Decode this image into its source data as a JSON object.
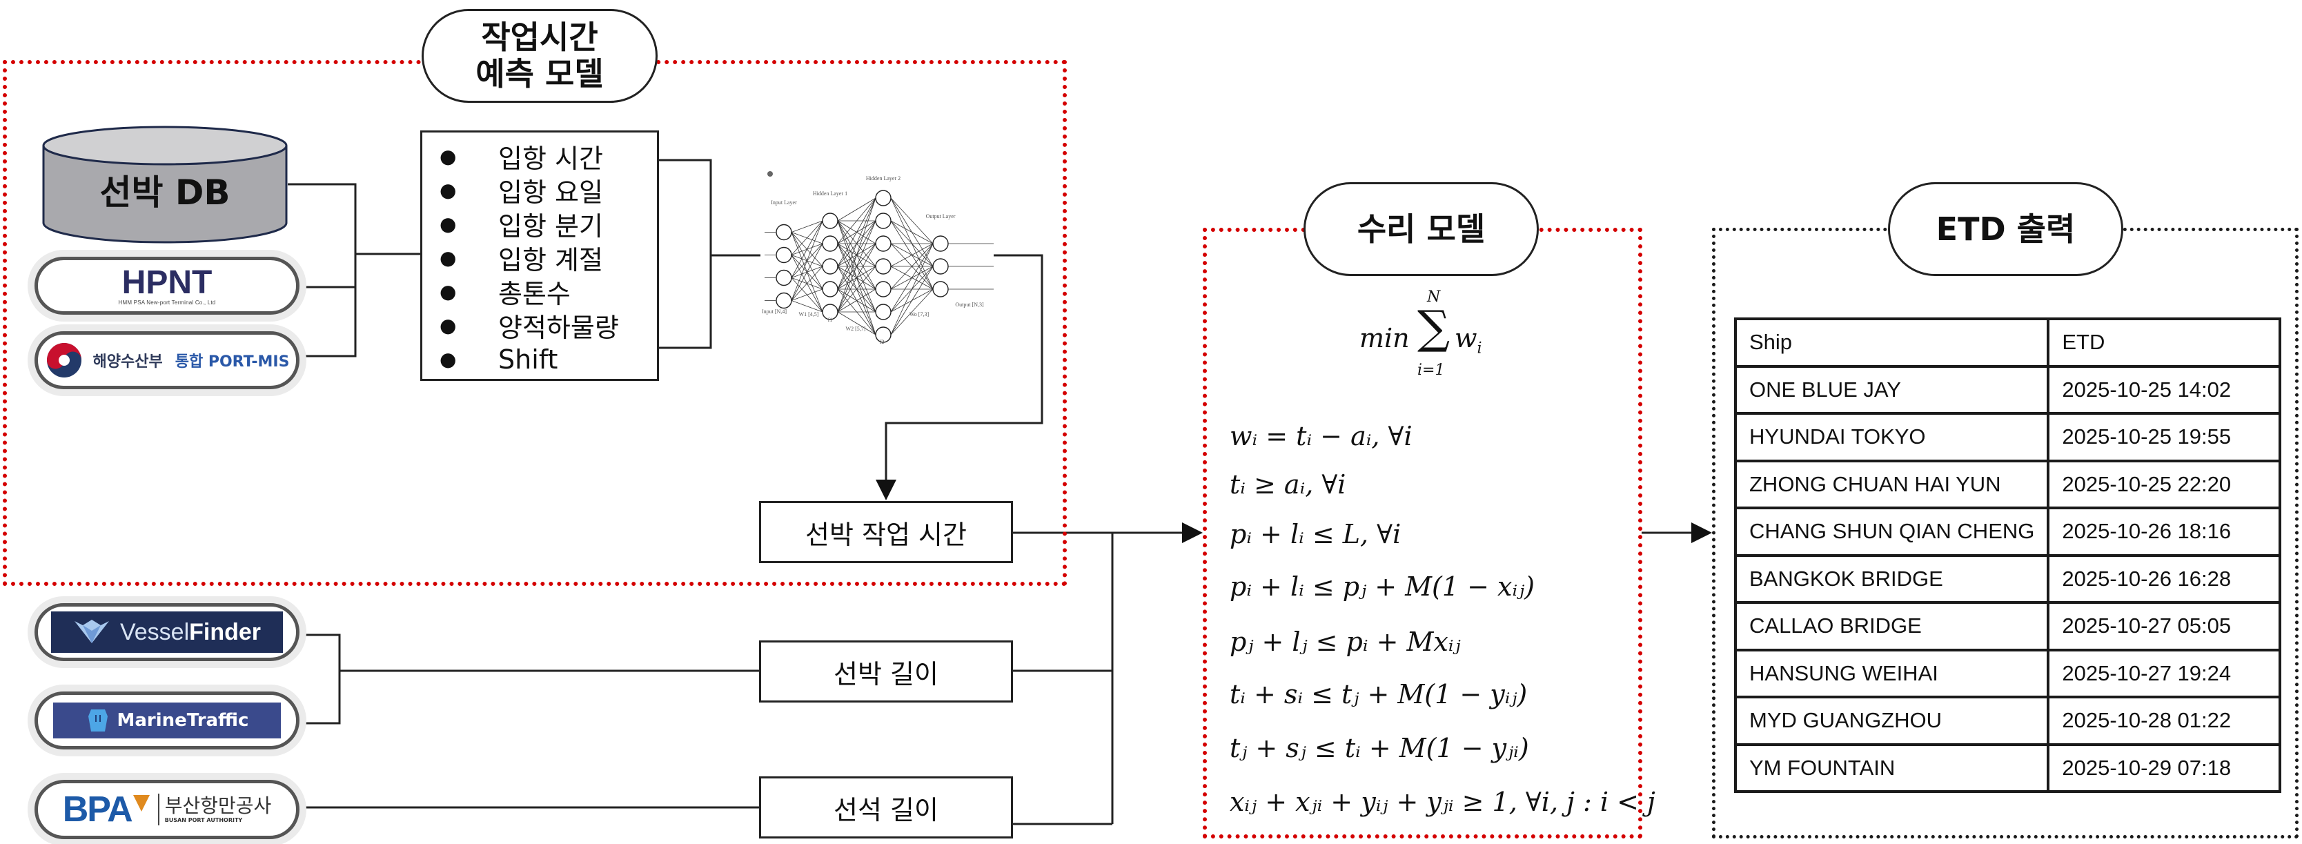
{
  "prediction_model": {
    "title_line1": "작업시간",
    "title_line2": "예측 모델",
    "db_label": "선박 DB",
    "sources": [
      {
        "name": "HPNT",
        "subtitle": "HMM PSA New-port Terminal Co., Ltd"
      },
      {
        "name": "해양수산부",
        "name2": "통합 PORT-MIS"
      }
    ],
    "features": [
      "입항 시간",
      "입항 요일",
      "입항 분기",
      "입항 계절",
      "총톤수",
      "양적하물량",
      "Shift"
    ],
    "neural_net": {
      "layers": [
        {
          "name": "Input Layer",
          "nodes": 4,
          "shape": "[N,4]",
          "label": "Input"
        },
        {
          "name": "Hidden Layer 1",
          "nodes": 5,
          "activation": "f1"
        },
        {
          "name": "Hidden Layer 2",
          "nodes": 7,
          "activation": "f2"
        },
        {
          "name": "Output Layer",
          "nodes": 3,
          "shape": "[N,3]",
          "label": "Output"
        }
      ],
      "weights": [
        {
          "name": "W1",
          "shape": "[4,5]"
        },
        {
          "name": "W2",
          "shape": "[5,7]"
        },
        {
          "name": "Wo",
          "shape": "[7,3]"
        }
      ]
    },
    "output_label": "선박 작업 시간"
  },
  "external_sources": {
    "vesselfinder": {
      "brand1": "Vessel",
      "brand2": "Finder"
    },
    "marinetraffic": {
      "brand": "MarineTraffic"
    },
    "bpa": {
      "brand": "BPA",
      "kor": "부산항만공사",
      "eng": "BUSAN PORT AUTHORITY"
    }
  },
  "inputs": {
    "ship_length": "선박 길이",
    "berth_length": "선석 길이"
  },
  "math_model": {
    "title": "수리 모델",
    "objective": {
      "prefix": "min",
      "sum_upper": "N",
      "sum_lower": "i=1",
      "term": "w",
      "term_sub": "i"
    },
    "constraints": [
      "wᵢ = tᵢ − aᵢ, ∀i",
      "tᵢ ≥ aᵢ, ∀i",
      "pᵢ + lᵢ ≤ L, ∀i",
      "pᵢ + lᵢ ≤ pⱼ + M(1 − xᵢⱼ)",
      "pⱼ + lⱼ ≤ pᵢ + Mxᵢⱼ",
      "tᵢ + sᵢ ≤ tⱼ + M(1 − yᵢⱼ)",
      "tⱼ + sⱼ ≤ tᵢ + M(1 − yⱼᵢ)",
      "xᵢⱼ + xⱼᵢ + yᵢⱼ + yⱼᵢ ≥ 1, ∀i, j : i < j"
    ]
  },
  "etd_output": {
    "title": "ETD 출력",
    "columns": [
      "Ship",
      "ETD"
    ],
    "rows": [
      [
        "ONE BLUE JAY",
        "2025-10-25 14:02"
      ],
      [
        "HYUNDAI TOKYO",
        "2025-10-25 19:55"
      ],
      [
        "ZHONG CHUAN HAI YUN",
        "2025-10-25 22:20"
      ],
      [
        "CHANG SHUN QIAN CHENG",
        "2025-10-26 18:16"
      ],
      [
        "BANGKOK BRIDGE",
        "2025-10-26 16:28"
      ],
      [
        "CALLAO BRIDGE",
        "2025-10-27 05:05"
      ],
      [
        "HANSUNG WEIHAI",
        "2025-10-27 19:24"
      ],
      [
        "MYD GUANGZHOU",
        "2025-10-28 01:22"
      ],
      [
        "YM FOUNTAIN",
        "2025-10-29 07:18"
      ]
    ]
  },
  "colors": {
    "red_dotted": "#d40000",
    "db_fill": "#a9a9ad",
    "db_top": "#d0d0d2",
    "db_stroke": "#1f2a4a",
    "hpnt": "#2b2d62",
    "vesselfinder_bg": "#1f2e57",
    "marinetraffic_bg": "#3a4a8c",
    "bpa_blue": "#1d5aa8",
    "bpa_orange": "#e08a1e"
  }
}
